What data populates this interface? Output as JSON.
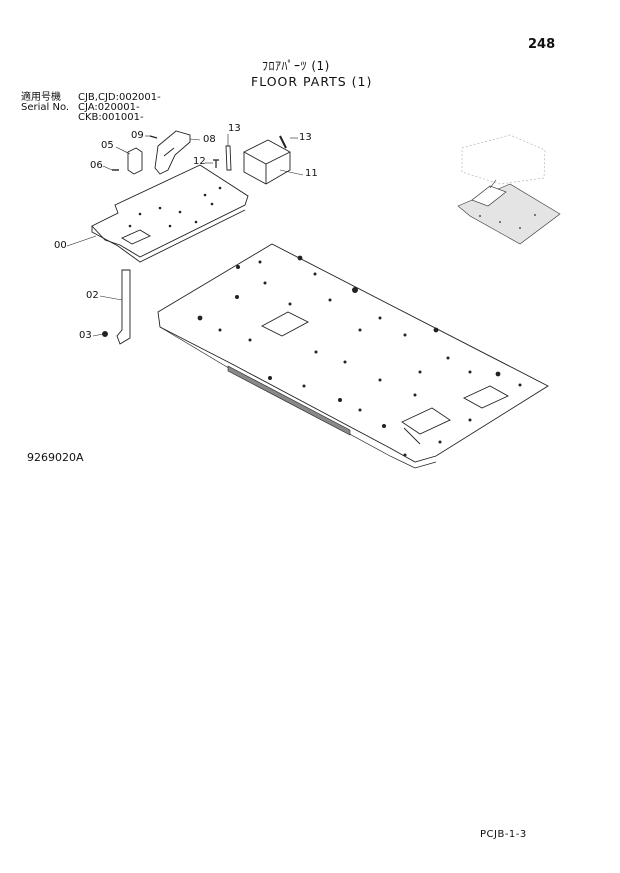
{
  "header": {
    "page_number": "248",
    "title_jp": "ﾌﾛｱﾊﾟｰﾂ (1)",
    "title_en": "FLOOR PARTS (1)"
  },
  "serial_info": {
    "rows": [
      {
        "label": "適用号機",
        "value": "CJB,CJD:002001-"
      },
      {
        "label": "Serial No.",
        "value": "CJA:020001-"
      },
      {
        "label": "",
        "value": "CKB:001001-"
      }
    ]
  },
  "callouts": [
    "09",
    "08",
    "05",
    "06",
    "00",
    "13",
    "12",
    "13",
    "11",
    "02",
    "03"
  ],
  "footer": {
    "drawing_id": "9269020A",
    "page_code": "PCJB-1-3"
  }
}
